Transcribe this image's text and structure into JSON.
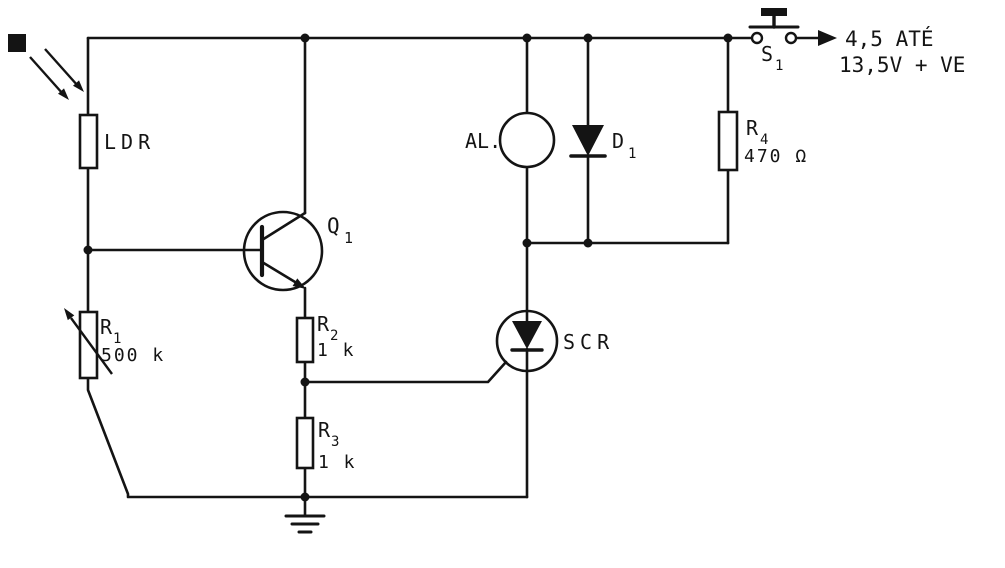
{
  "colors": {
    "ink": "#141414",
    "paper": "#ffffff"
  },
  "components": {
    "ldr": {
      "label": "LDR"
    },
    "r1": {
      "ref": "R",
      "sub": "1",
      "value": "500 k"
    },
    "q1": {
      "ref": "Q",
      "sub": "1"
    },
    "r2": {
      "ref": "R",
      "sub": "2",
      "value": "1 k"
    },
    "r3": {
      "ref": "R",
      "sub": "3",
      "value": "1 k"
    },
    "r4": {
      "ref": "R",
      "sub": "4",
      "value": "470 Ω"
    },
    "d1": {
      "ref": "D",
      "sub": "1"
    },
    "s1": {
      "ref": "S",
      "sub": "1"
    },
    "alarm": {
      "label": "AL."
    },
    "scr": {
      "label": "SCR"
    }
  },
  "supply": {
    "line1": "4,5 ATÉ",
    "line2": "13,5V + VE"
  }
}
